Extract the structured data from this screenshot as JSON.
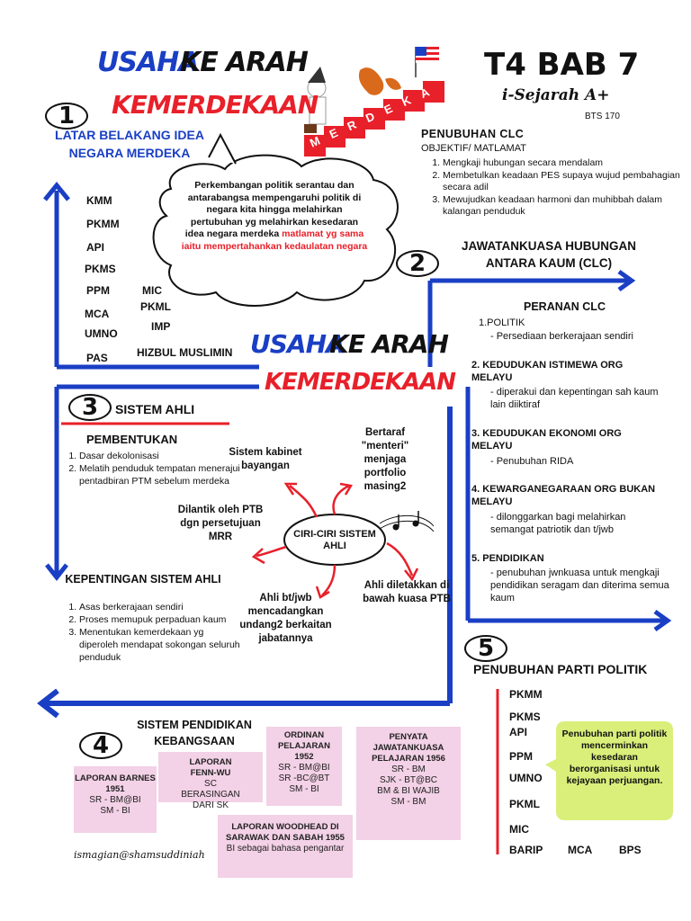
{
  "header": {
    "title_word1": "USAHA",
    "title_word2": "KE ARAH",
    "title_word3": "KEMERDEKAAN",
    "chapter": "T4 BAB 7",
    "brand": "i-Sejarah A+",
    "code": "BTS 170",
    "stairs_word": "MERDEKA"
  },
  "section1": {
    "number": "1",
    "heading": "LATAR BELAKANG IDEA NEGARA MERDEKA",
    "bubble_text": "Perkembangan politik serantau dan antarabangsa mempengaruhi politik di negara kita hingga melahirkan pertubuhan yg melahirkan kesedaran idea negara merdeka",
    "bubble_highlight": "matlamat yg sama iaitu mempertahankan kedaulatan negara",
    "orgs": [
      "KMM",
      "PKMM",
      "API",
      "PKMS",
      "PPM",
      "MIC",
      "PKML",
      "MCA",
      "IMP",
      "UMNO",
      "PAS",
      "HIZBUL MUSLIMIN"
    ]
  },
  "clc": {
    "heading": "PENUBUHAN CLC",
    "sub": "OBJEKTIF/ MATLAMAT",
    "items": [
      "Mengkaji hubungan secara mendalam",
      "Membetulkan keadaan PES supaya wujud pembahagian secara adil",
      "Mewujudkan keadaan harmoni dan muhibbah dalam kalangan penduduk"
    ]
  },
  "section2": {
    "number": "2",
    "heading": "JAWATANKUASA HUBUNGAN ANTARA KAUM (CLC)",
    "peranan": "PERANAN CLC",
    "roles": [
      {
        "title": "1.POLITIK",
        "desc": "- Persediaan berkerajaan sendiri"
      },
      {
        "title": "2. KEDUDUKAN ISTIMEWA ORG MELAYU",
        "desc": "- diperakui dan kepentingan sah kaum lain diiktiraf"
      },
      {
        "title": "3. KEDUDUKAN EKONOMI ORG MELAYU",
        "desc": "- Penubuhan RIDA"
      },
      {
        "title": "4. KEWARGANEGARAAN ORG BUKAN MELAYU",
        "desc": "- dilonggarkan bagi melahirkan semangat patriotik dan t/jwb"
      },
      {
        "title": "5. PENDIDIKAN",
        "desc": "- penubuhan jwnkuasa untuk mengkaji pendidikan seragam dan diterima semua kaum"
      }
    ]
  },
  "center_title": {
    "word1": "USAHA",
    "word2": "KE ARAH",
    "word3": "KEMERDEKAAN"
  },
  "section3": {
    "number": "3",
    "heading": "SISTEM AHLI",
    "pembentukan": "PEMBENTUKAN",
    "pembentukan_items": [
      "Dasar dekolonisasi",
      "Melatih penduduk tempatan menerajui pentadbiran PTM sebelum merdeka"
    ],
    "kepentingan": "KEPENTINGAN SISTEM AHLI",
    "kepentingan_items": [
      "Asas berkerajaan sendiri",
      " Proses memupuk perpaduan kaum",
      "Menentukan kemerdekaan yg diperoleh mendapat sokongan seluruh penduduk"
    ],
    "center": "CIRI-CIRI SISTEM AHLI",
    "ciri": [
      "Sistem kabinet bayangan",
      "Bertaraf \"menteri\" menjaga portfolio masing2",
      "Dilantik oleh PTB dgn persetujuan MRR",
      "Ahli diletakkan di bawah kuasa PTB",
      "Ahli bt/jwb mencadangkan undang2 berkaitan jabatannya"
    ]
  },
  "section4": {
    "number": "4",
    "heading": "SISTEM PENDIDIKAN KEBANGSAAN",
    "reports": [
      {
        "title": "LAPORAN BARNES 1951",
        "lines": [
          "SR - BM@BI",
          "SM - BI"
        ]
      },
      {
        "title": "LAPORAN FENN-WU",
        "lines": [
          "SC BERASINGAN DARI SK"
        ]
      },
      {
        "title": "ORDINAN PELAJARAN 1952",
        "lines": [
          "SR - BM@BI",
          "SR -BC@BT",
          "SM - BI"
        ]
      },
      {
        "title": "PENYATA JAWATANKUASA PELAJARAN 1956",
        "lines": [
          "SR - BM",
          "SJK - BT@BC",
          "BM & BI WAJIB",
          "SM - BM"
        ]
      },
      {
        "title": "LAPORAN WOODHEAD DI SARAWAK DAN SABAH 1955",
        "lines": [
          "BI sebagai bahasa pengantar"
        ]
      }
    ],
    "signature": "ismagian@shamsuddiniah"
  },
  "section5": {
    "number": "5",
    "heading": "PENUBUHAN PARTI POLITIK",
    "parties": [
      "PKMM",
      "PKMS",
      "API",
      "PPM",
      "UMNO",
      "PKML",
      "MIC",
      "BARIP",
      "MCA",
      "BPS"
    ],
    "bubble": "Penubuhan parti politik mencerminkan kesedaran berorganisasi untuk kejayaan perjuangan."
  },
  "colors": {
    "blue": "#1a3fc4",
    "red": "#e8202a",
    "pink": "#f3d1e6",
    "green": "#d9ef7a"
  }
}
